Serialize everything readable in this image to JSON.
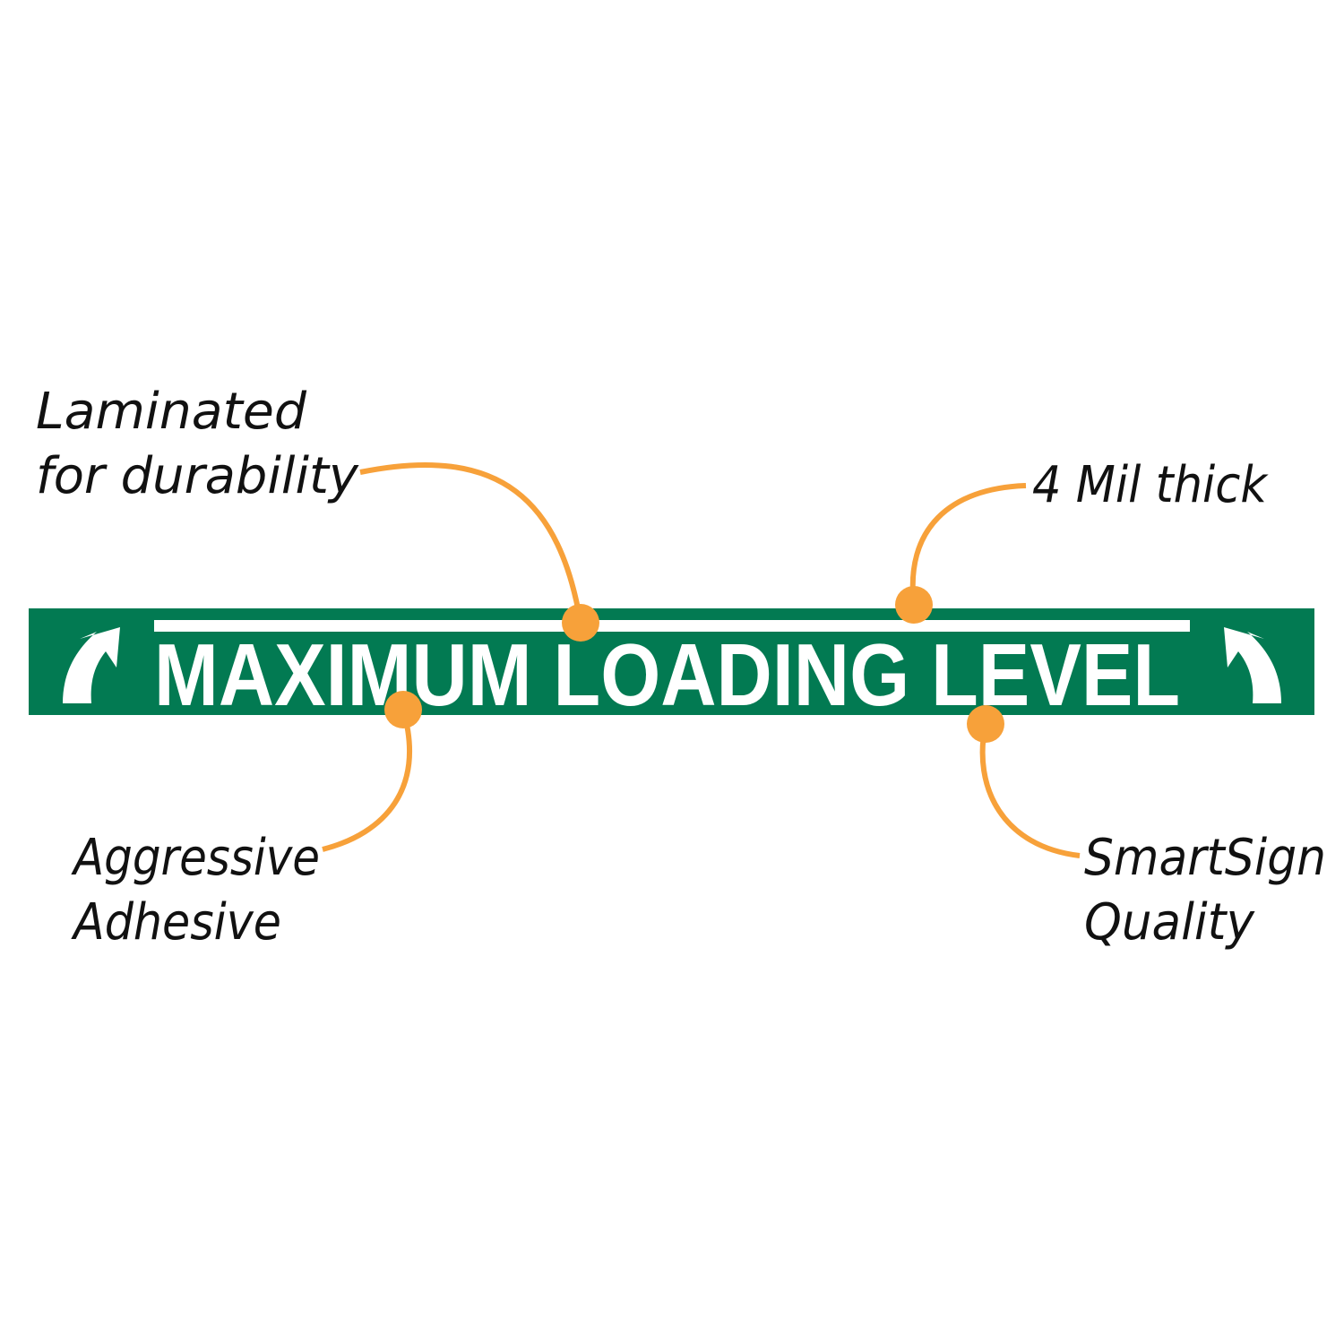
{
  "sign": {
    "text": "MAXIMUM LOADING LEVEL",
    "background_color": "#027a52",
    "text_color": "#ffffff"
  },
  "callouts": {
    "laminated": {
      "line1": "Laminated",
      "line2": "for durability"
    },
    "thickness": {
      "line1": "4 Mil thick"
    },
    "adhesive": {
      "line1": "Aggressive",
      "line2": "Adhesive"
    },
    "quality": {
      "line1": "SmartSign",
      "line2": "Quality"
    }
  },
  "colors": {
    "accent": "#f7a13a"
  }
}
